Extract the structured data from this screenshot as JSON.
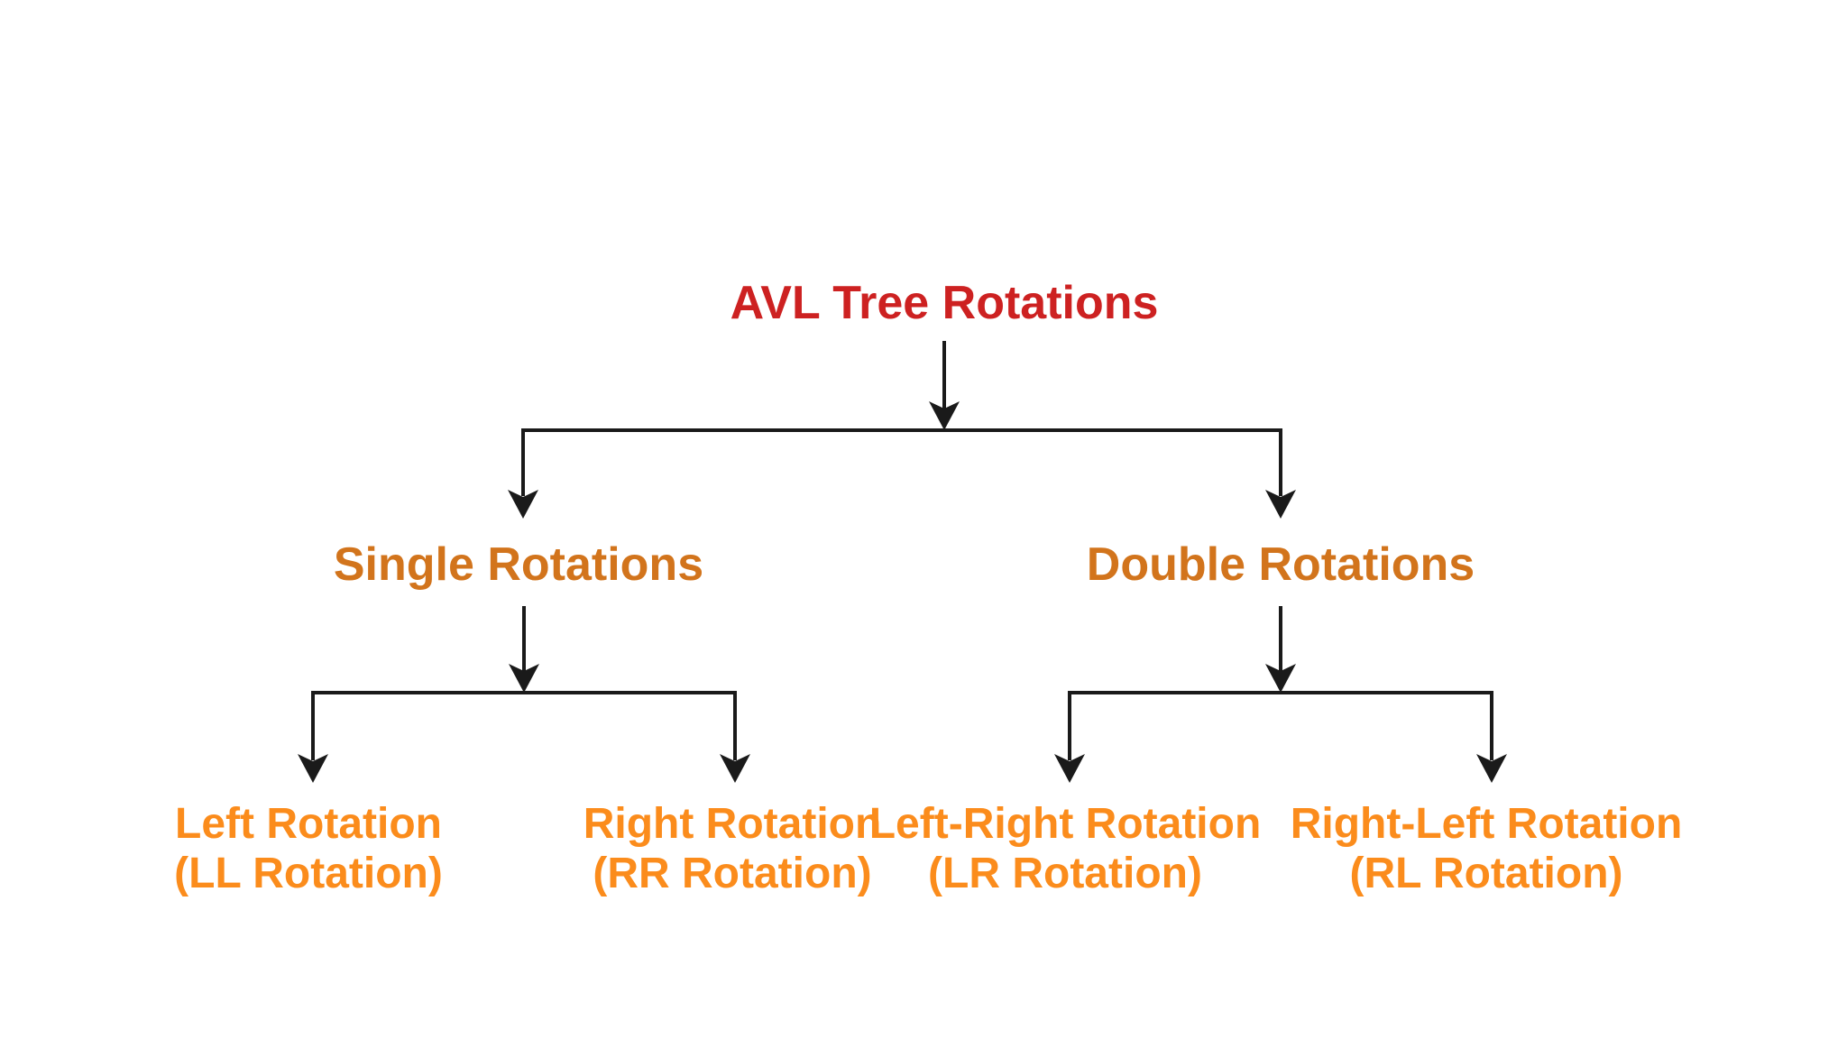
{
  "diagram": {
    "type": "tree-flowchart",
    "background_color": "#ffffff",
    "connector_color": "#1a1a1a",
    "title": {
      "text": "AVL Tree Rotations",
      "color": "#cd2121"
    },
    "level2": [
      {
        "id": "single",
        "text": "Single Rotations",
        "color": "#d2741c"
      },
      {
        "id": "double",
        "text": "Double Rotations",
        "color": "#d2741c"
      }
    ],
    "level3": [
      {
        "id": "ll",
        "parent": "single",
        "line1": "Left Rotation",
        "line2": "(LL Rotation)",
        "color": "#fb8c1c"
      },
      {
        "id": "rr",
        "parent": "single",
        "line1": "Right Rotation",
        "line2": "(RR Rotation)",
        "color": "#fb8c1c"
      },
      {
        "id": "lr",
        "parent": "double",
        "line1": "Left-Right Rotation",
        "line2": "(LR Rotation)",
        "color": "#fb8c1c"
      },
      {
        "id": "rl",
        "parent": "double",
        "line1": "Right-Left Rotation",
        "line2": "(RL Rotation)",
        "color": "#fb8c1c"
      }
    ]
  }
}
